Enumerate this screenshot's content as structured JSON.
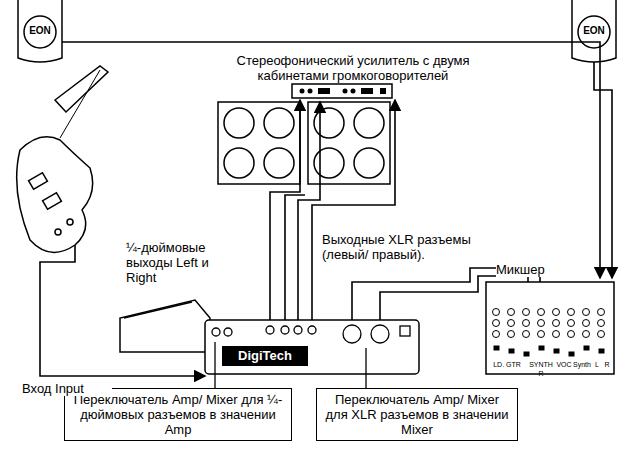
{
  "diagram": {
    "nodes": [
      {
        "text": [
          "Переключатель Amp/ Mixer для ¼-дюймовых разъемов в значении Amp"
        ]
      },
      {
        "text": [
          "Переключатель Amp/ Mixer для XLR разъемов в значении Mixer"
        ]
      }
    ],
    "labels": [
      "Стереофонический усилитель с двумя кабинетами громкоговорителей",
      "¼-дюймовые выходы Left и Right",
      "Выходные XLR разъемы (левый/ правый).",
      "Микшер",
      "Вход Input",
      "EON",
      "EON",
      "DigiTech",
      "LD. GTR",
      "SYNTH R",
      "VOC",
      "Synth",
      "L",
      "R"
    ]
  }
}
